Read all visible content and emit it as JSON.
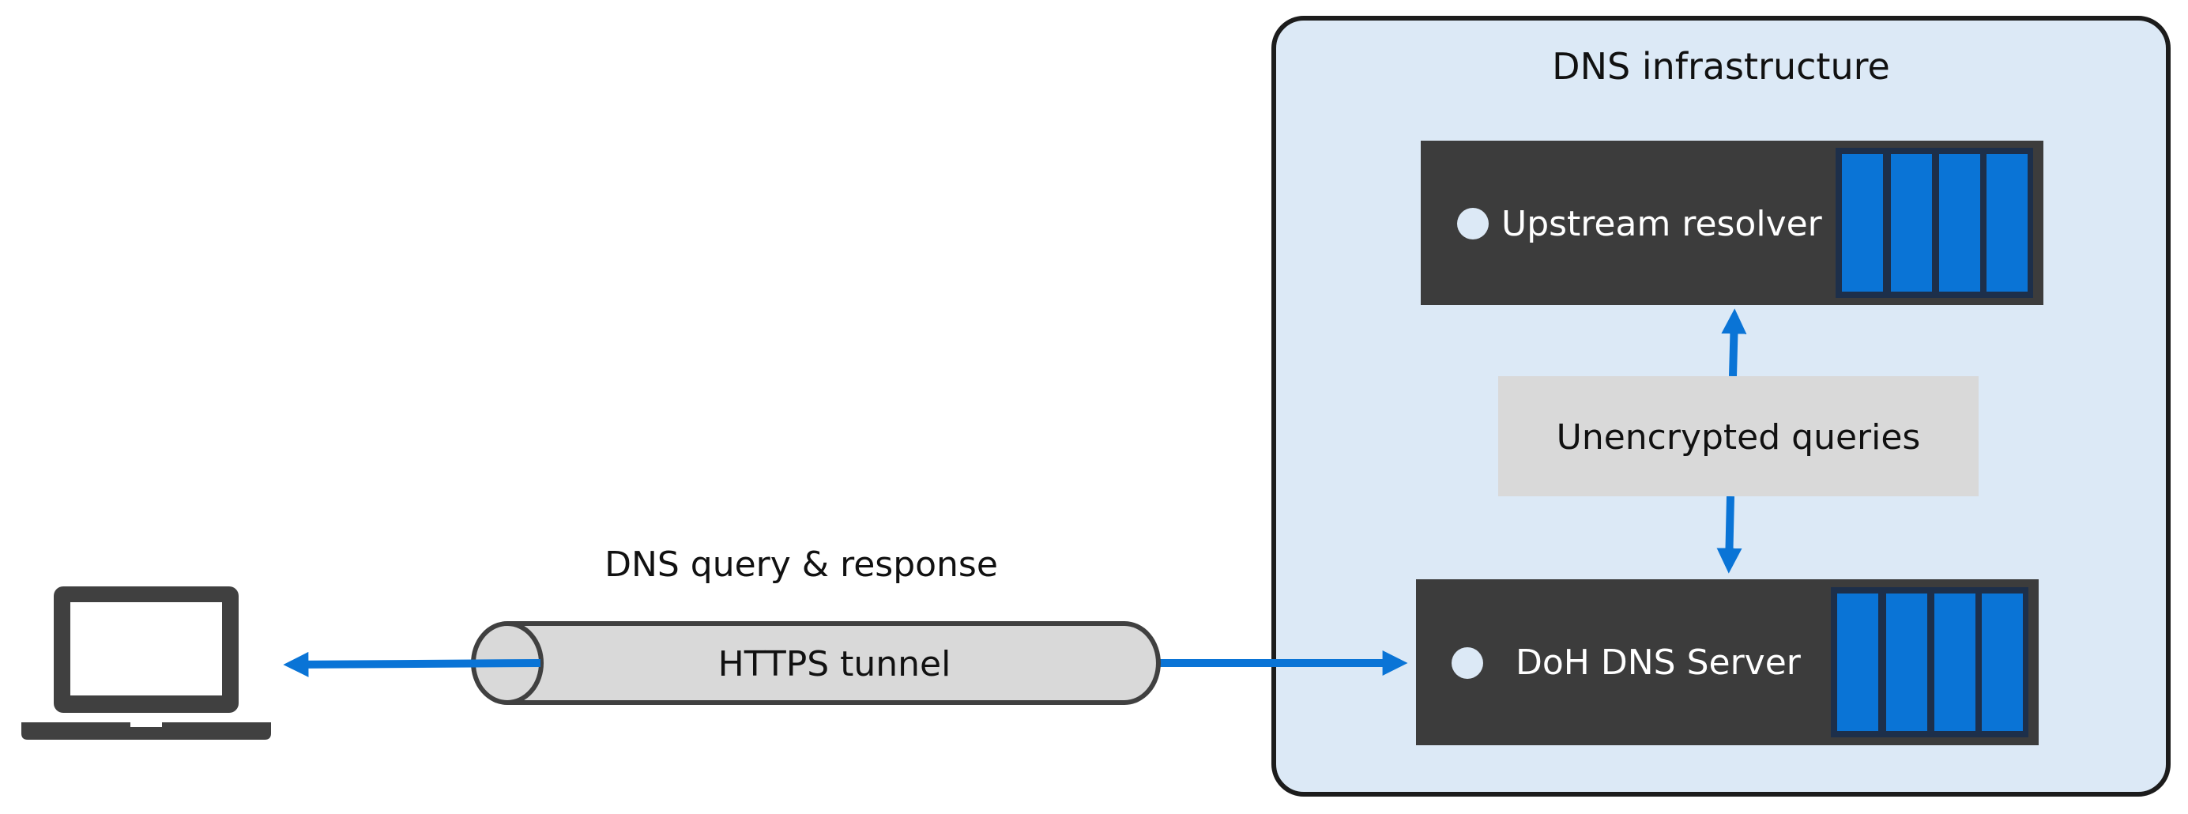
{
  "infrastructure": {
    "title": "DNS infrastructure"
  },
  "upstream_resolver": {
    "label": "Upstream resolver"
  },
  "doh_server": {
    "label": "DoH DNS Server"
  },
  "middle_box": {
    "label": "Unencrypted queries"
  },
  "tunnel": {
    "label": "HTTPS tunnel",
    "caption": "DNS query & response"
  },
  "client": {
    "icon": "laptop-icon"
  },
  "colors": {
    "arrow": "#0a74d6",
    "server_body": "#3c3c3c",
    "server_bay": "#0a74d6",
    "bay_frame": "#1d2f4a",
    "infra_fill": "#dce9f6",
    "infra_border": "#1c1c1c",
    "middle_box_fill": "#d9d9d9",
    "tunnel_fill": "#d9d9d9",
    "indicator": "#dce9f6"
  }
}
